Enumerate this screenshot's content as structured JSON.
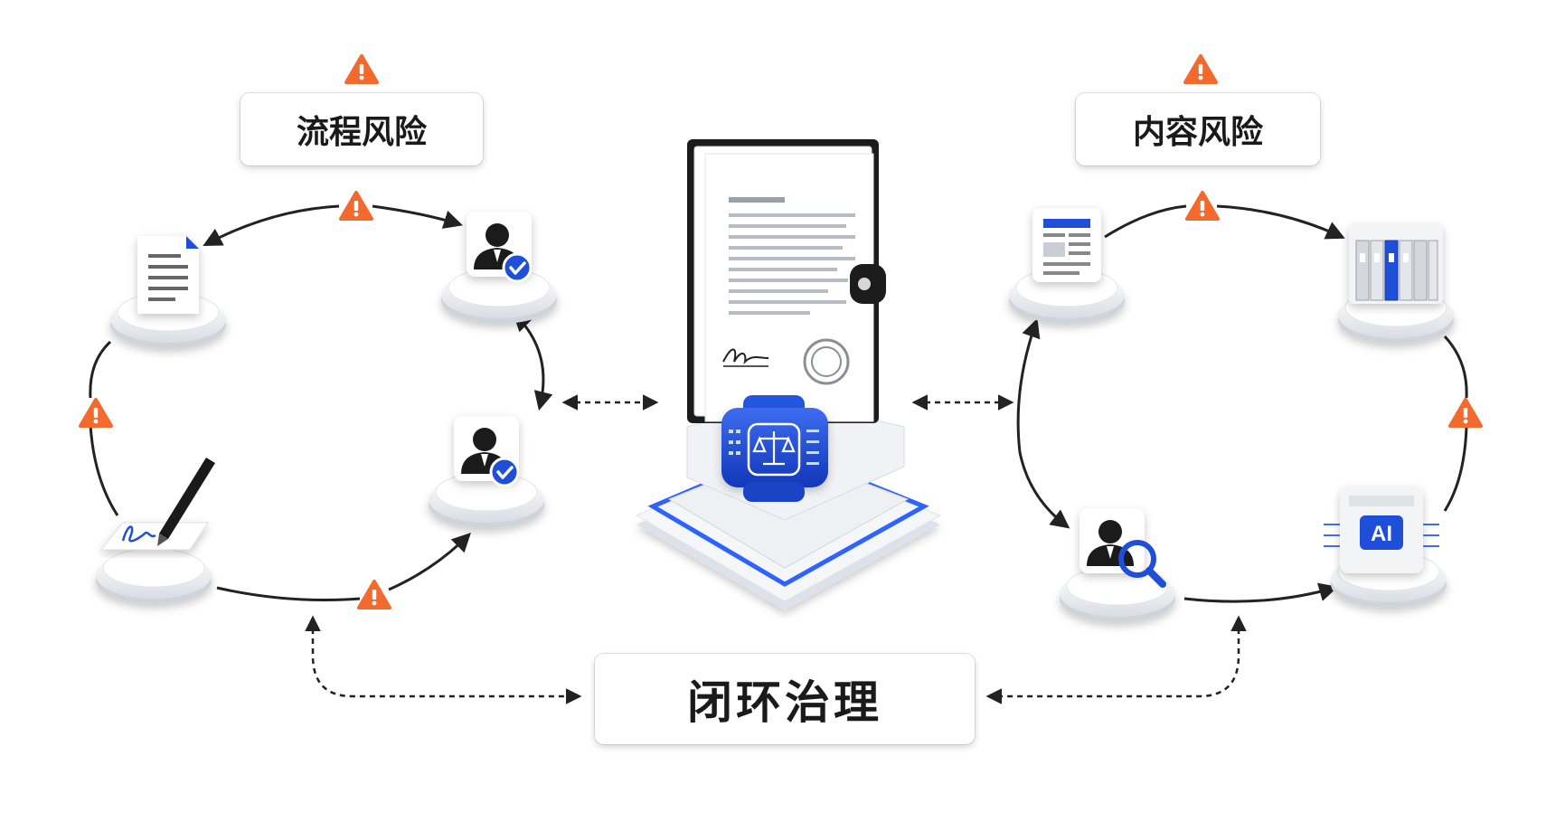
{
  "labels": {
    "process_risk": "流程风险",
    "content_risk": "内容风险",
    "closed_loop": "闭环治理"
  },
  "icons": {
    "warning": "warning-icon",
    "document": "document-icon",
    "approver": "approver-icon",
    "signature": "signature-icon",
    "report": "report-icon",
    "archive": "archive-binders-icon",
    "ai_chip": "ai-chip-icon",
    "reviewer": "reviewer-search-icon",
    "contract": "contract-folder-icon",
    "legal_hub": "legal-scale-hub-icon"
  },
  "ai_text": "AI",
  "colors": {
    "accent_blue": "#1f4fd8",
    "warning_orange": "#f26a2e",
    "arrow": "#222222"
  }
}
